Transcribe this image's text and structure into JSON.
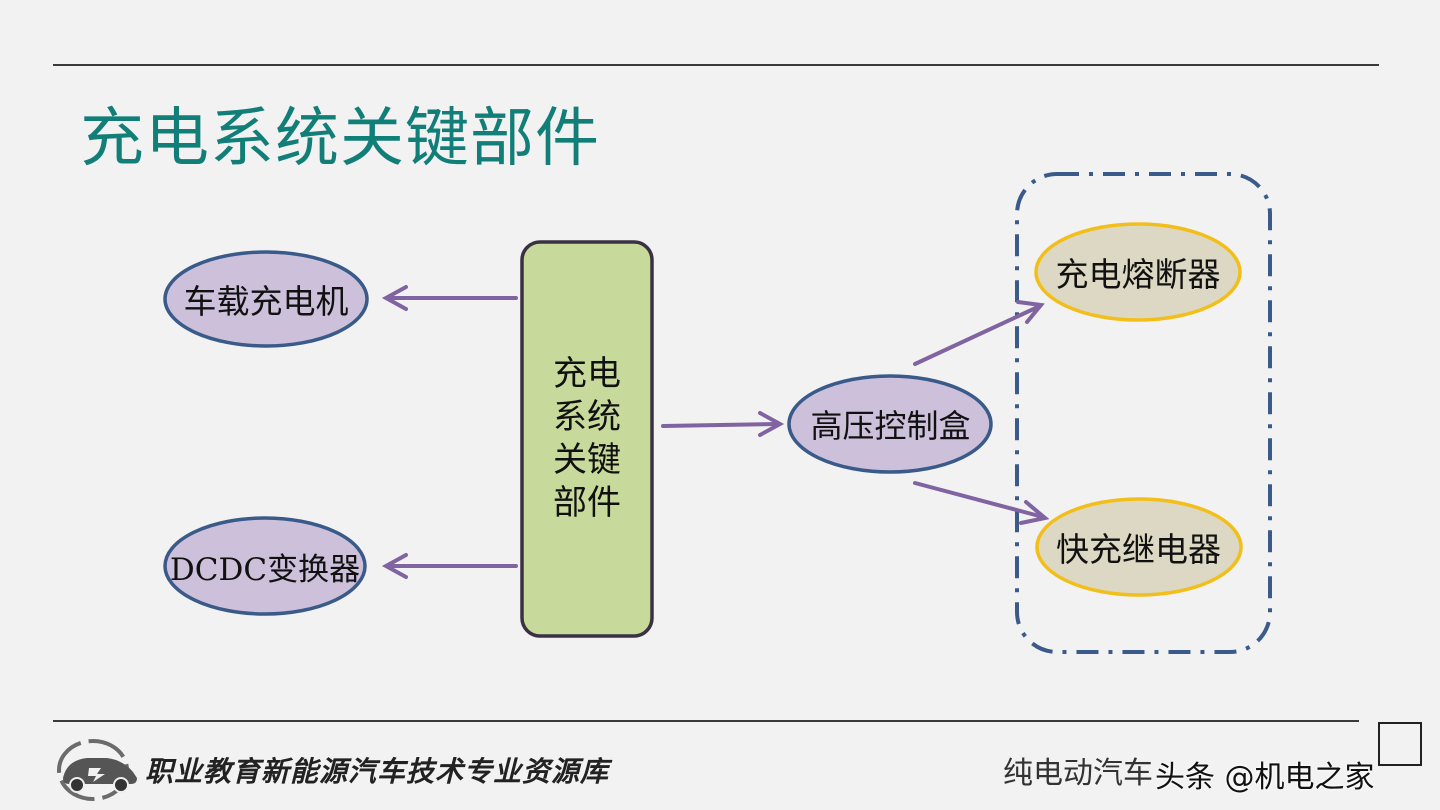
{
  "slide": {
    "title": "充电系统关键部件"
  },
  "diagram": {
    "center": {
      "lines": [
        "充电",
        "系统",
        "关键",
        "部件"
      ]
    },
    "nodes": {
      "onboard_charger": "车载充电机",
      "dcdc": "DCDC变换器",
      "hv_control_box": "高压控制盒",
      "charging_fuse": "充电熔断器",
      "fast_charge_relay": "快充继电器"
    }
  },
  "footer": {
    "brand": "职业教育新能源汽车技术专业资源库",
    "subtitle": "纯电动汽车",
    "watermark": "头条 @机电之家"
  },
  "colors": {
    "title": "#127e78",
    "center_fill": "#c8da9b",
    "center_stroke": "#3b3142",
    "ellipse_fill_purple": "#ccc0da",
    "ellipse_stroke_blue": "#3a5a8a",
    "ellipse_fill_tan": "#ddd8c3",
    "ellipse_stroke_gold": "#f2bf1a",
    "arrow": "#8063a1",
    "dashed_group": "#3a5a8a"
  }
}
